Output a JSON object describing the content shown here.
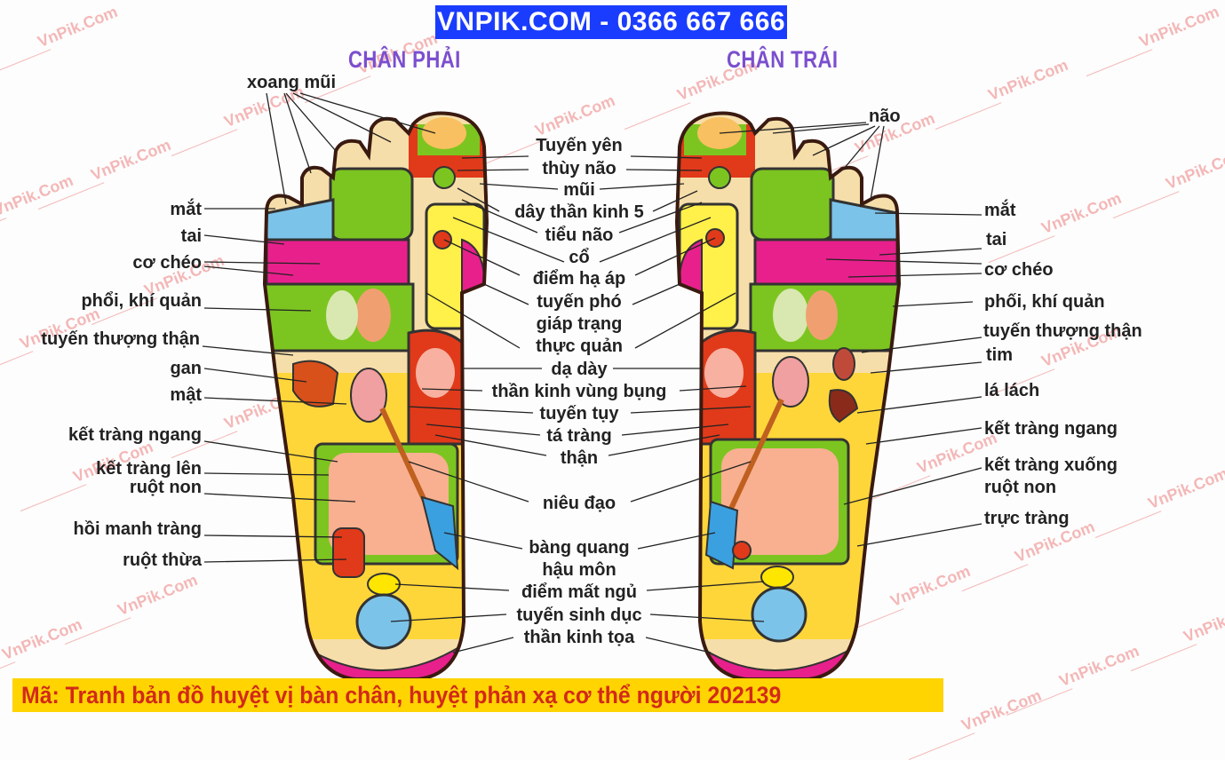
{
  "header": {
    "banner": "VNPIK.COM - 0366 667 666",
    "right_foot_title": "CHÂN PHẢI",
    "left_foot_title": "CHÂN TRÁI"
  },
  "watermark": "VnPik.Com",
  "labels": {
    "right_foot_outer": [
      "xoang mũi",
      "mắt",
      "tai",
      "cơ chéo",
      "phổi, khí quản",
      "tuyến thượng thận",
      "gan",
      "mật",
      "kết tràng ngang",
      "kết tràng lên",
      "ruột non",
      "hồi manh tràng",
      "ruột thừa"
    ],
    "center": [
      "Tuyến yên",
      "thùy não",
      "mũi",
      "dây thần kinh 5",
      "tiểu não",
      "cổ",
      "điểm hạ áp",
      "tuyến phó",
      "giáp trạng",
      "thực quản",
      "dạ dày",
      "thần kinh vùng bụng",
      "tuyến tụy",
      "tá tràng",
      "thận",
      "niêu đạo",
      "bàng quang",
      "hậu môn",
      "điểm mất ngủ",
      "tuyến sinh dục",
      "thần kinh tọa"
    ],
    "left_foot_outer": [
      "não",
      "mắt",
      "tai",
      "cơ chéo",
      "phối, khí quản",
      "tuyến thượng thận",
      "tim",
      "lá lách",
      "kết tràng ngang",
      "kết tràng xuống",
      "ruột non",
      "trực tràng"
    ]
  },
  "footer": {
    "caption": "Mã: Tranh bản đồ huyệt vị bàn chân, huyệt phản xạ cơ thể người 202139"
  },
  "colors": {
    "banner_bg": "#1a3cff",
    "title_purple": "#7b4fcf",
    "footer_bg": "#ffd400",
    "footer_text": "#d22a1a",
    "zone_green": "#7cc520",
    "zone_yellow": "#ffe23a",
    "zone_pink": "#e8208c",
    "zone_blue": "#7cc3ea",
    "zone_red": "#e03a1a",
    "skin": "#f6deaa"
  }
}
